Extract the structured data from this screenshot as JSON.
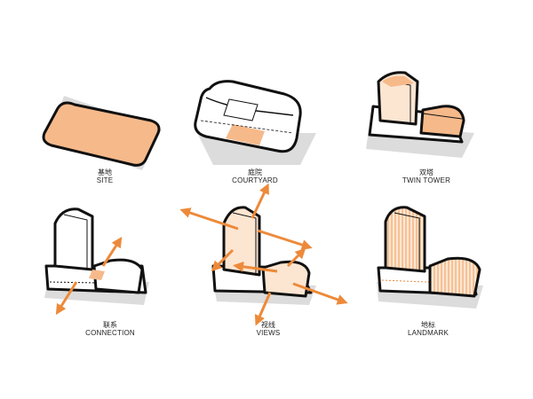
{
  "panels": [
    {
      "zh": "基地",
      "en": "SITE"
    },
    {
      "zh": "庭院",
      "en": "COURTYARD"
    },
    {
      "zh": "双塔",
      "en": "TWIN TOWER"
    },
    {
      "zh": "联系",
      "en": "CONNECTION"
    },
    {
      "zh": "视线",
      "en": "VIEWS"
    },
    {
      "zh": "地标",
      "en": "LANDMARK"
    }
  ],
  "colors": {
    "accent": "#ED8A3A",
    "accent_light": "#F6B98A",
    "tint": "#FCE6D2",
    "shadow": "#DCDCDC",
    "outline": "#111111",
    "paper": "#FFFFFF"
  }
}
